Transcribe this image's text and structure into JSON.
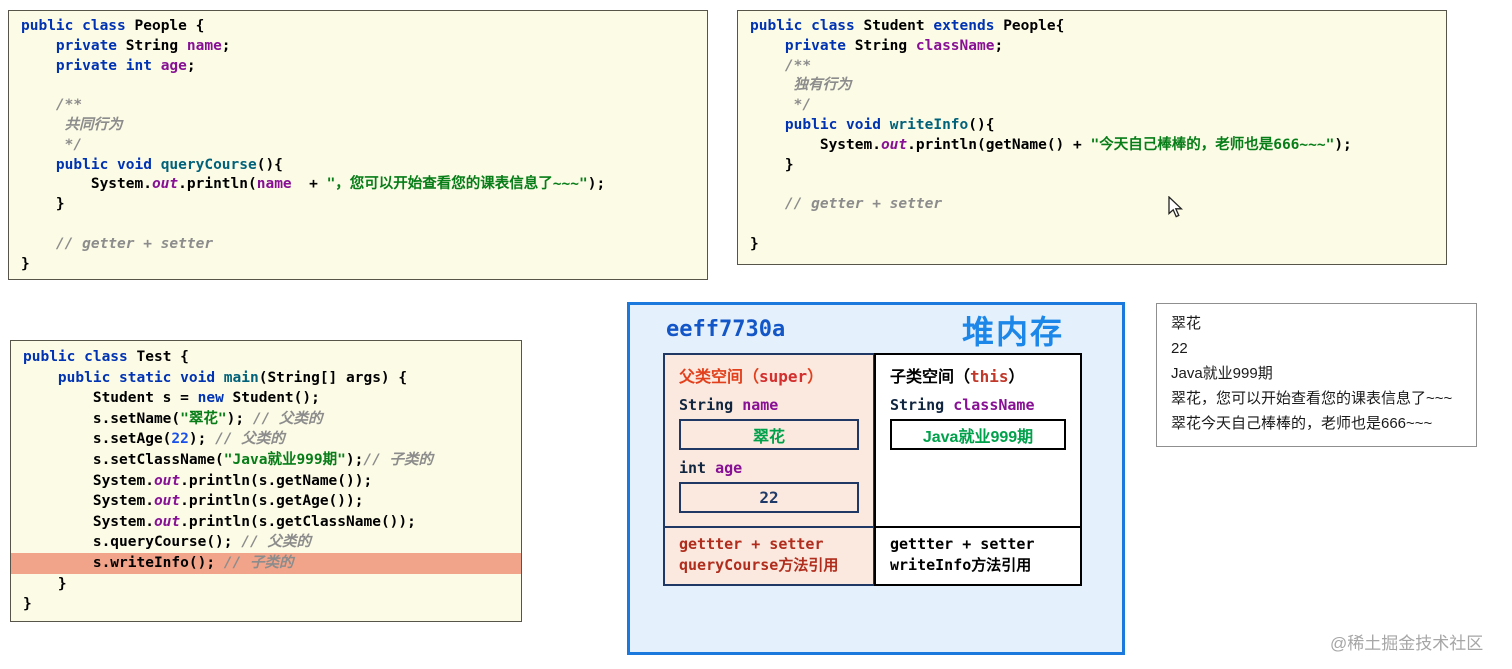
{
  "colors": {
    "keyword": "#0033b3",
    "field": "#871094",
    "method": "#00627a",
    "comment": "#8c8c8c",
    "string": "#067d17",
    "number": "#1750eb",
    "code_box_bg": "#fcfbe6",
    "highlight_line": "#f1a489",
    "memory_border": "#1b79dd",
    "memory_bg": "#e4f0fb",
    "parent_panel_bg": "#fbe8de",
    "parent_accent": "#e2401c",
    "value_green": "#00a14b",
    "value_navy": "#1f3a68"
  },
  "code": {
    "people": {
      "lines": [
        {
          "tk": [
            [
              "public class ",
              "kw"
            ],
            [
              "People {",
              "pln"
            ]
          ]
        },
        {
          "tk": [
            [
              "    ",
              "pln"
            ],
            [
              "private ",
              "kw"
            ],
            [
              "String ",
              "pln"
            ],
            [
              "name",
              "fld"
            ],
            [
              ";",
              "pln"
            ]
          ]
        },
        {
          "tk": [
            [
              "    ",
              "pln"
            ],
            [
              "private int ",
              "kw"
            ],
            [
              "age",
              "fld"
            ],
            [
              ";",
              "pln"
            ]
          ]
        },
        {
          "tk": [
            [
              " ",
              "pln"
            ]
          ]
        },
        {
          "tk": [
            [
              "    /**",
              "cmt"
            ]
          ]
        },
        {
          "tk": [
            [
              "     共同行为",
              "cmt"
            ]
          ]
        },
        {
          "tk": [
            [
              "     */",
              "cmt"
            ]
          ]
        },
        {
          "tk": [
            [
              "    ",
              "pln"
            ],
            [
              "public void ",
              "kw"
            ],
            [
              "queryCourse",
              "mth"
            ],
            [
              "(){",
              "pln"
            ]
          ]
        },
        {
          "tk": [
            [
              "        System.",
              "pln"
            ],
            [
              "out",
              "out"
            ],
            [
              ".println(",
              "pln"
            ],
            [
              "name",
              "fld"
            ],
            [
              "  + ",
              "pln"
            ],
            [
              "\"，您可以开始查看您的课表信息了~~~\"",
              "str"
            ],
            [
              ");",
              "pln"
            ]
          ]
        },
        {
          "tk": [
            [
              "    }",
              "pln"
            ]
          ]
        },
        {
          "tk": [
            [
              " ",
              "pln"
            ]
          ]
        },
        {
          "tk": [
            [
              "    // getter + setter",
              "cmt"
            ]
          ]
        },
        {
          "tk": [
            [
              "}",
              "pln"
            ]
          ]
        }
      ]
    },
    "student": {
      "lines": [
        {
          "tk": [
            [
              "public class ",
              "kw"
            ],
            [
              "Student ",
              "pln"
            ],
            [
              "extends ",
              "kw"
            ],
            [
              "People{",
              "pln"
            ]
          ]
        },
        {
          "tk": [
            [
              "    ",
              "pln"
            ],
            [
              "private ",
              "kw"
            ],
            [
              "String ",
              "pln"
            ],
            [
              "className",
              "fld"
            ],
            [
              ";",
              "pln"
            ]
          ]
        },
        {
          "tk": [
            [
              "    /**",
              "cmt"
            ]
          ]
        },
        {
          "tk": [
            [
              "     独有行为",
              "cmt"
            ]
          ]
        },
        {
          "tk": [
            [
              "     */",
              "cmt"
            ]
          ]
        },
        {
          "tk": [
            [
              "    ",
              "pln"
            ],
            [
              "public void ",
              "kw"
            ],
            [
              "writeInfo",
              "mth"
            ],
            [
              "(){",
              "pln"
            ]
          ]
        },
        {
          "tk": [
            [
              "        System.",
              "pln"
            ],
            [
              "out",
              "out"
            ],
            [
              ".println(getName() + ",
              "pln"
            ],
            [
              "\"今天自己棒棒的，老师也是666~~~\"",
              "str"
            ],
            [
              ");",
              "pln"
            ]
          ]
        },
        {
          "tk": [
            [
              "    }",
              "pln"
            ]
          ]
        },
        {
          "tk": [
            [
              " ",
              "pln"
            ]
          ]
        },
        {
          "tk": [
            [
              "    // getter + setter",
              "cmt"
            ]
          ]
        },
        {
          "tk": [
            [
              " ",
              "pln"
            ]
          ]
        },
        {
          "tk": [
            [
              "}",
              "pln"
            ]
          ]
        }
      ]
    },
    "test": {
      "lines": [
        {
          "tk": [
            [
              "public class ",
              "kw"
            ],
            [
              "Test {",
              "pln"
            ]
          ]
        },
        {
          "tk": [
            [
              "    ",
              "pln"
            ],
            [
              "public static void ",
              "kw"
            ],
            [
              "main",
              "mth"
            ],
            [
              "(String[] args) {",
              "pln"
            ]
          ]
        },
        {
          "tk": [
            [
              "        Student s = ",
              "pln"
            ],
            [
              "new",
              "kw"
            ],
            [
              " Student();",
              "pln"
            ]
          ]
        },
        {
          "tk": [
            [
              "        s.setName(",
              "pln"
            ],
            [
              "\"翠花\"",
              "str"
            ],
            [
              "); ",
              "pln"
            ],
            [
              "// 父类的",
              "cmt"
            ]
          ]
        },
        {
          "tk": [
            [
              "        s.setAge(",
              "pln"
            ],
            [
              "22",
              "num"
            ],
            [
              "); ",
              "pln"
            ],
            [
              "// 父类的",
              "cmt"
            ]
          ]
        },
        {
          "tk": [
            [
              "        s.setClassName(",
              "pln"
            ],
            [
              "\"Java就业999期\"",
              "str"
            ],
            [
              ");",
              "pln"
            ],
            [
              "// 子类的",
              "cmt"
            ]
          ]
        },
        {
          "tk": [
            [
              "        System.",
              "pln"
            ],
            [
              "out",
              "out"
            ],
            [
              ".println(s.getName());",
              "pln"
            ]
          ]
        },
        {
          "tk": [
            [
              "        System.",
              "pln"
            ],
            [
              "out",
              "out"
            ],
            [
              ".println(s.getAge());",
              "pln"
            ]
          ]
        },
        {
          "tk": [
            [
              "        System.",
              "pln"
            ],
            [
              "out",
              "out"
            ],
            [
              ".println(s.getClassName());",
              "pln"
            ]
          ]
        },
        {
          "tk": [
            [
              "        s.queryCourse(); ",
              "pln"
            ],
            [
              "// 父类的",
              "cmt"
            ]
          ]
        },
        {
          "tk": [
            [
              "        s.writeInfo(); ",
              "pln"
            ],
            [
              "// 子类的",
              "cmt"
            ]
          ],
          "hl": true
        },
        {
          "tk": [
            [
              "    }",
              "pln"
            ]
          ]
        },
        {
          "tk": [
            [
              "}",
              "pln"
            ]
          ]
        }
      ]
    }
  },
  "memory": {
    "address": "eeff7730a",
    "title": "堆内存",
    "parent": {
      "header_label": "父类空间（",
      "header_kw": "super",
      "header_close": "）",
      "field1_type": "String ",
      "field1_name": "name",
      "field1_value": "翠花",
      "field2_type": "int  ",
      "field2_name": "age",
      "field2_value": "22",
      "methods": [
        "gettter + setter",
        "queryCourse方法引用"
      ]
    },
    "child": {
      "header_label": "子类空间（",
      "header_kw": "this",
      "header_close": "）",
      "field1_type": "String ",
      "field1_name": "className",
      "field1_value": "Java就业999期",
      "methods": [
        "gettter + setter",
        "writeInfo方法引用"
      ]
    }
  },
  "output": {
    "lines": [
      "翠花",
      "22",
      "Java就业999期",
      "翠花，您可以开始查看您的课表信息了~~~",
      "翠花今天自己棒棒的，老师也是666~~~"
    ]
  },
  "watermark": "@稀土掘金技术社区"
}
